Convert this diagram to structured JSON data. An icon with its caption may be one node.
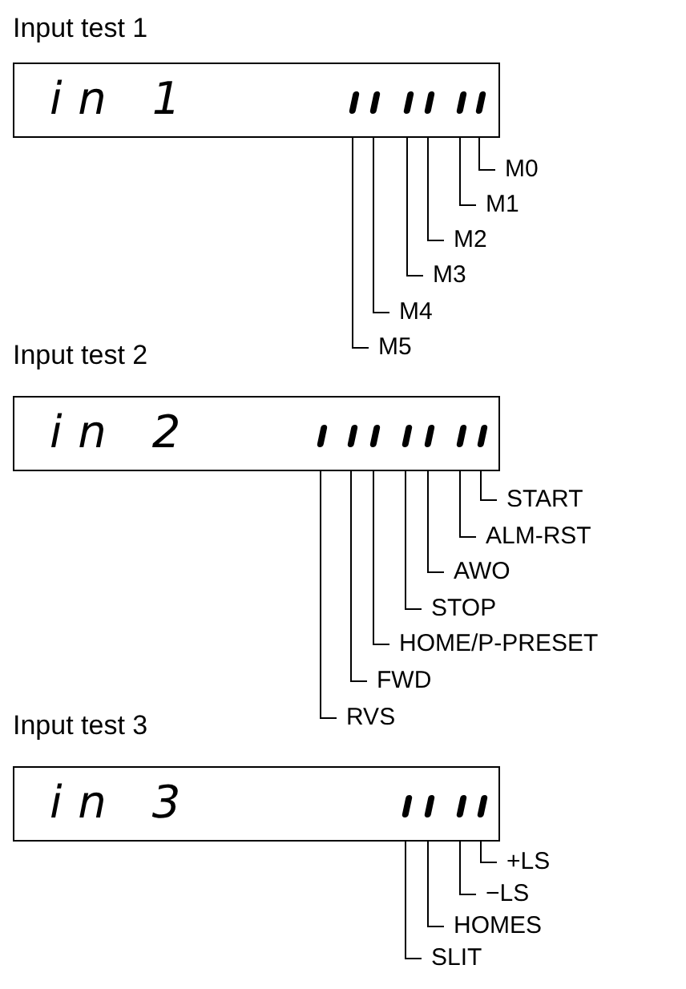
{
  "diagram": {
    "nodes": [
      {
        "text": [
          "Input test 1",
          "in 1"
        ]
      },
      {
        "text": [],
        "shape": "bar",
        "in": 0
      },
      {
        "text": [],
        "shape": "bar",
        "in": 0
      },
      {
        "text": [],
        "shape": "bar",
        "in": 0
      },
      {
        "text": [],
        "shape": "bar",
        "in": 0
      },
      {
        "text": [],
        "shape": "bar",
        "in": 0
      },
      {
        "text": [],
        "shape": "bar",
        "in": 0
      },
      {
        "text": [
          "M0"
        ]
      },
      {
        "text": [
          "M1"
        ]
      },
      {
        "text": [
          "M2"
        ]
      },
      {
        "text": [
          "M3"
        ]
      },
      {
        "text": [
          "M4"
        ]
      },
      {
        "text": [
          "M5"
        ]
      },
      {
        "text": [
          "Input test 2",
          "in 2"
        ]
      },
      {
        "text": [],
        "shape": "bar",
        "in": 13
      },
      {
        "text": [],
        "shape": "bar",
        "in": 13
      },
      {
        "text": [],
        "shape": "bar",
        "in": 13
      },
      {
        "text": [],
        "shape": "bar",
        "in": 13
      },
      {
        "text": [],
        "shape": "bar",
        "in": 13
      },
      {
        "text": [],
        "shape": "bar",
        "in": 13
      },
      {
        "text": [],
        "shape": "bar",
        "in": 13
      },
      {
        "text": [
          "START"
        ]
      },
      {
        "text": [
          "ALM-RST"
        ]
      },
      {
        "text": [
          "AWO"
        ]
      },
      {
        "text": [
          "STOP"
        ]
      },
      {
        "text": [
          "HOME/P-PRESET"
        ]
      },
      {
        "text": [
          "FWD"
        ]
      },
      {
        "text": [
          "RVS"
        ]
      },
      {
        "text": [
          "Input test 3",
          "in 3"
        ]
      },
      {
        "text": [],
        "shape": "bar",
        "in": 28
      },
      {
        "text": [],
        "shape": "bar",
        "in": 28
      },
      {
        "text": [],
        "shape": "bar",
        "in": 28
      },
      {
        "text": [],
        "shape": "bar",
        "in": 28
      },
      {
        "text": [
          "+LS"
        ]
      },
      {
        "text": [
          "−LS"
        ]
      },
      {
        "text": [
          "HOMES"
        ]
      },
      {
        "text": [
          "SLIT"
        ]
      }
    ],
    "edges": [
      {
        "from": 7,
        "to": 6,
        "arrow": "none"
      },
      {
        "from": 8,
        "to": 5,
        "arrow": "none"
      },
      {
        "from": 9,
        "to": 4,
        "arrow": "none"
      },
      {
        "from": 10,
        "to": 3,
        "arrow": "none"
      },
      {
        "from": 11,
        "to": 2,
        "arrow": "none"
      },
      {
        "from": 12,
        "to": 1,
        "arrow": "none"
      },
      {
        "from": 21,
        "to": 20,
        "arrow": "none"
      },
      {
        "from": 22,
        "to": 19,
        "arrow": "none"
      },
      {
        "from": 23,
        "to": 18,
        "arrow": "none"
      },
      {
        "from": 24,
        "to": 17,
        "arrow": "none"
      },
      {
        "from": 25,
        "to": 16,
        "arrow": "none"
      },
      {
        "from": 26,
        "to": 15,
        "arrow": "none"
      },
      {
        "from": 27,
        "to": 14,
        "arrow": "none"
      },
      {
        "from": 33,
        "to": 32,
        "arrow": "none"
      },
      {
        "from": 34,
        "to": 31,
        "arrow": "none"
      },
      {
        "from": 35,
        "to": 30,
        "arrow": "none"
      },
      {
        "from": 36,
        "to": 29,
        "arrow": "none"
      }
    ]
  }
}
